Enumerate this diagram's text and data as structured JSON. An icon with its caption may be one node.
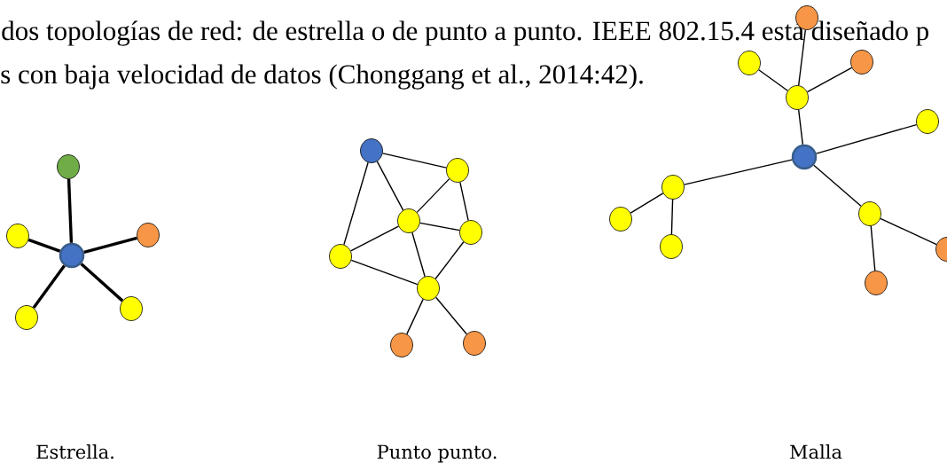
{
  "diagram": {
    "nodes": [
      {
        "text": [],
        "shape": "circle"
      },
      {
        "text": [],
        "shape": "circle"
      },
      {
        "text": [],
        "shape": "circle"
      },
      {
        "text": [],
        "shape": "circle"
      },
      {
        "text": [],
        "shape": "circle"
      },
      {
        "text": [],
        "shape": "circle"
      },
      {
        "text": [],
        "shape": "circle"
      },
      {
        "text": [],
        "shape": "circle"
      },
      {
        "text": [],
        "shape": "circle"
      },
      {
        "text": [],
        "shape": "circle"
      },
      {
        "text": [],
        "shape": "circle"
      },
      {
        "text": [],
        "shape": "circle"
      },
      {
        "text": [],
        "shape": "circle"
      },
      {
        "text": [],
        "shape": "circle"
      },
      {
        "text": [],
        "shape": "circle"
      },
      {
        "text": [],
        "shape": "circle"
      },
      {
        "text": [],
        "shape": "circle"
      },
      {
        "text": [],
        "shape": "circle"
      },
      {
        "text": [],
        "shape": "circle"
      },
      {
        "text": [],
        "shape": "circle"
      },
      {
        "text": [],
        "shape": "circle"
      },
      {
        "text": [],
        "shape": "circle"
      },
      {
        "text": [],
        "shape": "circle"
      },
      {
        "text": [],
        "shape": "circle"
      },
      {
        "text": [],
        "shape": "circle"
      },
      {
        "text": [],
        "shape": "circle"
      }
    ],
    "edges": [
      {
        "from": 2,
        "to": 0,
        "arrow": "none",
        "style": "thick"
      },
      {
        "from": 2,
        "to": 1,
        "arrow": "none",
        "style": "thick"
      },
      {
        "from": 2,
        "to": 3,
        "arrow": "none",
        "style": "thick"
      },
      {
        "from": 2,
        "to": 4,
        "arrow": "none",
        "style": "thick"
      },
      {
        "from": 2,
        "to": 5,
        "arrow": "none",
        "style": "thick"
      },
      {
        "from": 6,
        "to": 7,
        "arrow": "none"
      },
      {
        "from": 6,
        "to": 8,
        "arrow": "none"
      },
      {
        "from": 6,
        "to": 10,
        "arrow": "none"
      },
      {
        "from": 7,
        "to": 8,
        "arrow": "none"
      },
      {
        "from": 7,
        "to": 9,
        "arrow": "none"
      },
      {
        "from": 8,
        "to": 9,
        "arrow": "none"
      },
      {
        "from": 8,
        "to": 10,
        "arrow": "none"
      },
      {
        "from": 8,
        "to": 11,
        "arrow": "none"
      },
      {
        "from": 10,
        "to": 11,
        "arrow": "none"
      },
      {
        "from": 9,
        "to": 11,
        "arrow": "none"
      },
      {
        "from": 11,
        "to": 12,
        "arrow": "none"
      },
      {
        "from": 11,
        "to": 13,
        "arrow": "none"
      },
      {
        "from": 19,
        "to": 17,
        "arrow": "none"
      },
      {
        "from": 17,
        "to": 14,
        "arrow": "none"
      },
      {
        "from": 17,
        "to": 15,
        "arrow": "none"
      },
      {
        "from": 17,
        "to": 16,
        "arrow": "none"
      },
      {
        "from": 19,
        "to": 18,
        "arrow": "none"
      },
      {
        "from": 19,
        "to": 20,
        "arrow": "none"
      },
      {
        "from": 20,
        "to": 22,
        "arrow": "none"
      },
      {
        "from": 20,
        "to": 23,
        "arrow": "none"
      },
      {
        "from": 19,
        "to": 21,
        "arrow": "none"
      },
      {
        "from": 21,
        "to": 24,
        "arrow": "none"
      },
      {
        "from": 21,
        "to": 25,
        "arrow": "none"
      }
    ],
    "labels": [
      "dos topologías de red: de estrella o de punto a punto. IEEE 802.15.4 está diseñado p",
      "s con baja velocidad de datos (Chonggang et al., 2014:42).",
      "Estrella.",
      "Punto punto.",
      "Malla"
    ]
  }
}
